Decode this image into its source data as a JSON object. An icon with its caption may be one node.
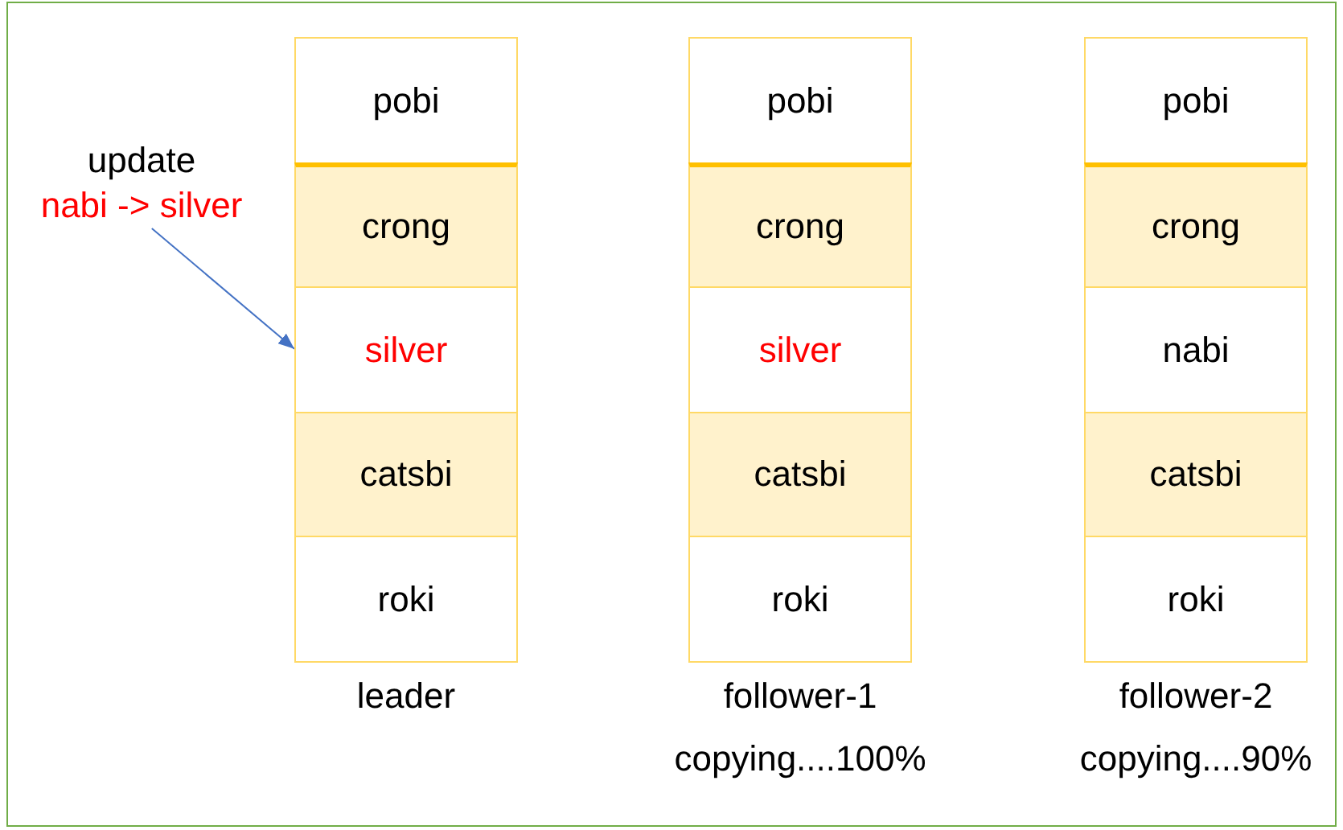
{
  "diagram": {
    "nodes": [
      {
        "text": [
          "update",
          "nabi -> silver"
        ]
      },
      {
        "text": [
          "leader"
        ]
      },
      {
        "text": [
          "pobi"
        ],
        "in": 1
      },
      {
        "text": [
          "crong"
        ],
        "in": 1
      },
      {
        "text": [
          "silver"
        ],
        "in": 1
      },
      {
        "text": [
          "catsbi"
        ],
        "in": 1
      },
      {
        "text": [
          "roki"
        ],
        "in": 1
      },
      {
        "text": [
          "follower-1"
        ],
        "beside": [
          "copying....100%"
        ]
      },
      {
        "text": [
          "pobi"
        ],
        "in": 7
      },
      {
        "text": [
          "crong"
        ],
        "in": 7
      },
      {
        "text": [
          "silver"
        ],
        "in": 7
      },
      {
        "text": [
          "catsbi"
        ],
        "in": 7
      },
      {
        "text": [
          "roki"
        ],
        "in": 7
      },
      {
        "text": [
          "follower-2"
        ],
        "beside": [
          "copying....90%"
        ]
      },
      {
        "text": [
          "pobi"
        ],
        "in": 13
      },
      {
        "text": [
          "crong"
        ],
        "in": 13
      },
      {
        "text": [
          "nabi"
        ],
        "in": 13
      },
      {
        "text": [
          "catsbi"
        ],
        "in": 13
      },
      {
        "text": [
          "roki"
        ],
        "in": 13
      }
    ],
    "edges": [
      {
        "from": 0,
        "to": 4,
        "arrow": "to",
        "color": "#4472c4"
      }
    ]
  }
}
